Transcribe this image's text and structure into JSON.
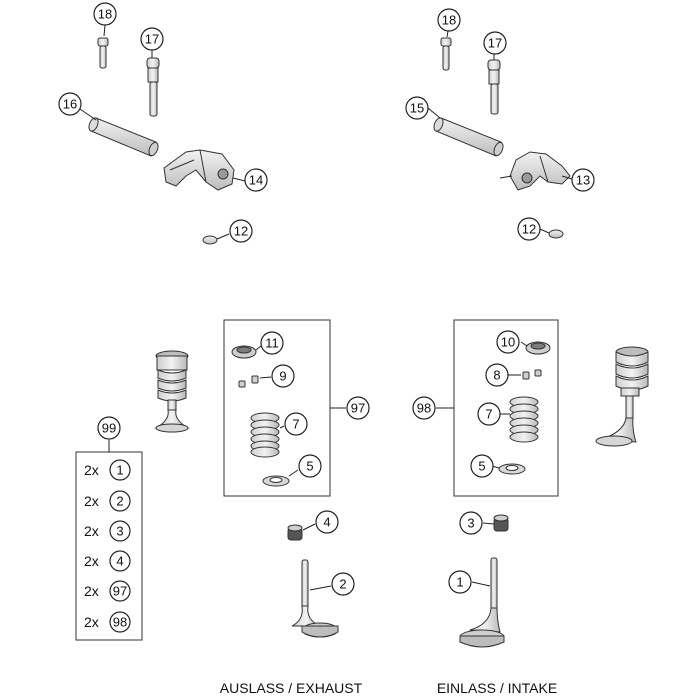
{
  "captions": {
    "exhaust": "AUSLASS / EXHAUST",
    "intake": "EINLASS / INTAKE"
  },
  "callouts": {
    "c1": "1",
    "c2": "2",
    "c3": "3",
    "c4": "4",
    "c5a": "5",
    "c5b": "5",
    "c7a": "7",
    "c7b": "7",
    "c8": "8",
    "c9": "9",
    "c10": "10",
    "c11": "11",
    "c12a": "12",
    "c12b": "12",
    "c13": "13",
    "c14": "14",
    "c15": "15",
    "c16": "16",
    "c17a": "17",
    "c17b": "17",
    "c18a": "18",
    "c18b": "18",
    "c97": "97",
    "c98": "98",
    "c99": "99"
  },
  "kit_list": {
    "items": [
      {
        "qty": "2x",
        "ref": "1"
      },
      {
        "qty": "2x",
        "ref": "2"
      },
      {
        "qty": "2x",
        "ref": "3"
      },
      {
        "qty": "2x",
        "ref": "4"
      },
      {
        "qty": "2x",
        "ref": "97"
      },
      {
        "qty": "2x",
        "ref": "98"
      }
    ]
  },
  "colors": {
    "part_fill": "#e6e6e6",
    "part_shade": "#bdbdbd",
    "line": "#222222"
  }
}
